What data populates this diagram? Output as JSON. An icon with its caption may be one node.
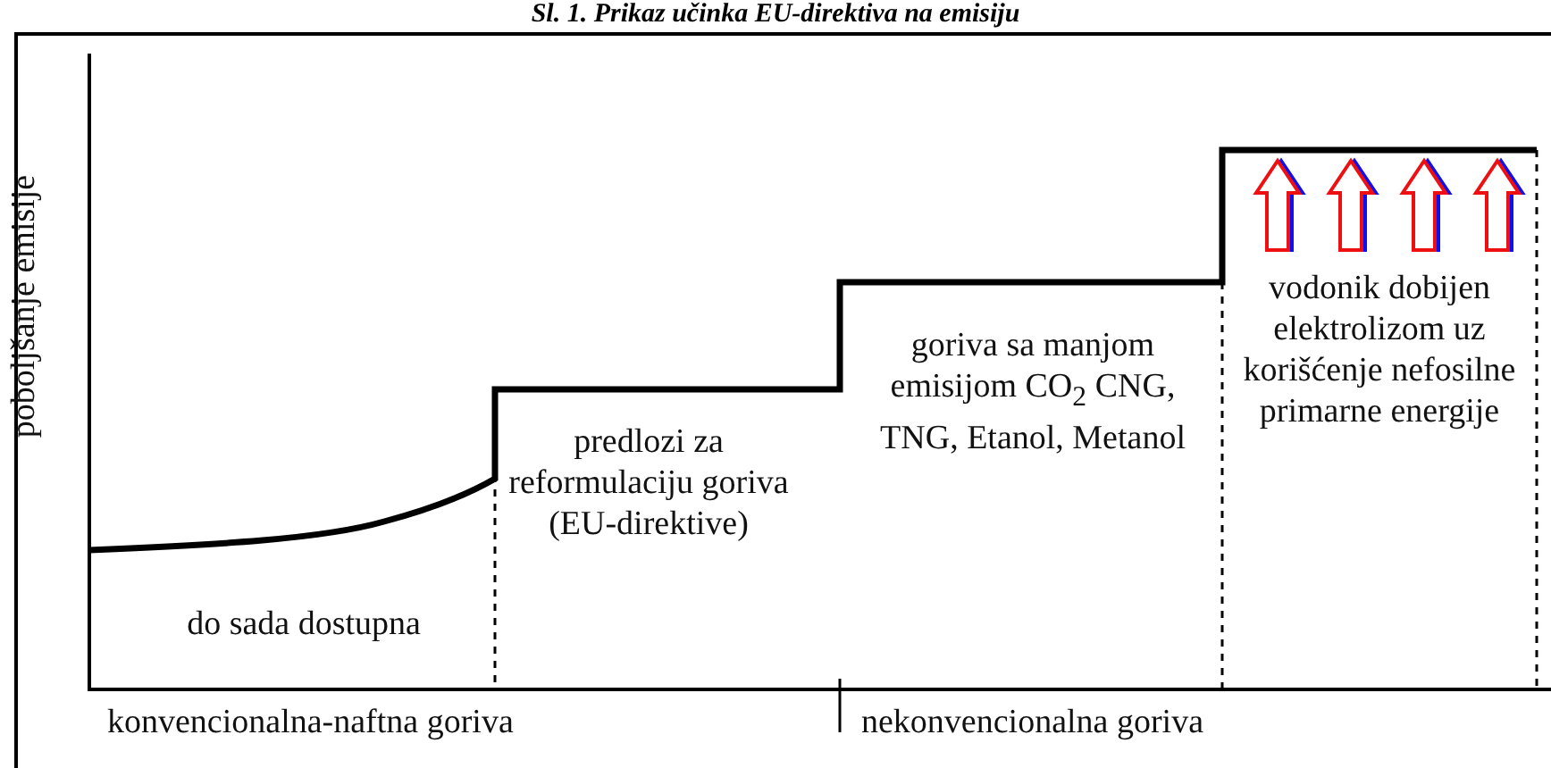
{
  "diagram": {
    "title": "Sl. 1. Prikaz učinka EU-direktiva na emisiju",
    "labels": [
      "poboljšanje emisije",
      "do sada dostupna",
      "predlozi za reformulaciju goriva (EU-direktive)",
      "goriva sa manjom emisijom CO$_{2}$ CNG, TNG, Etanol, Metanol",
      "vodonik dobijen elektrolizom uz korišćenje nefosilne primarne energije",
      "konvencionalna-naftna goriva",
      "nekonvencionalna goriva"
    ]
  }
}
